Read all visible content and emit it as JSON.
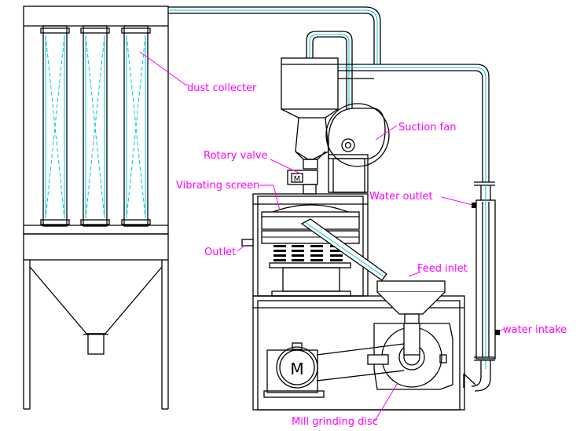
{
  "labels": {
    "dust_collector": "dust  collecter",
    "suction_fan": "Suction fan",
    "rotary_valve": "Rotary valve",
    "vibrating_screen": "Vibrating screen",
    "water_outlet": "Water outlet",
    "outlet": "Outlet",
    "feed_inlet": "Feed inlet",
    "water_intake": "water intake",
    "mill_grinding_disc": "Mill grinding disc"
  },
  "markers": {
    "rotary_valve_motor": "M",
    "main_motor": "M"
  },
  "colors": {
    "label": "#ff00ff",
    "pipe": "#00c8d8",
    "line": "#000000"
  }
}
